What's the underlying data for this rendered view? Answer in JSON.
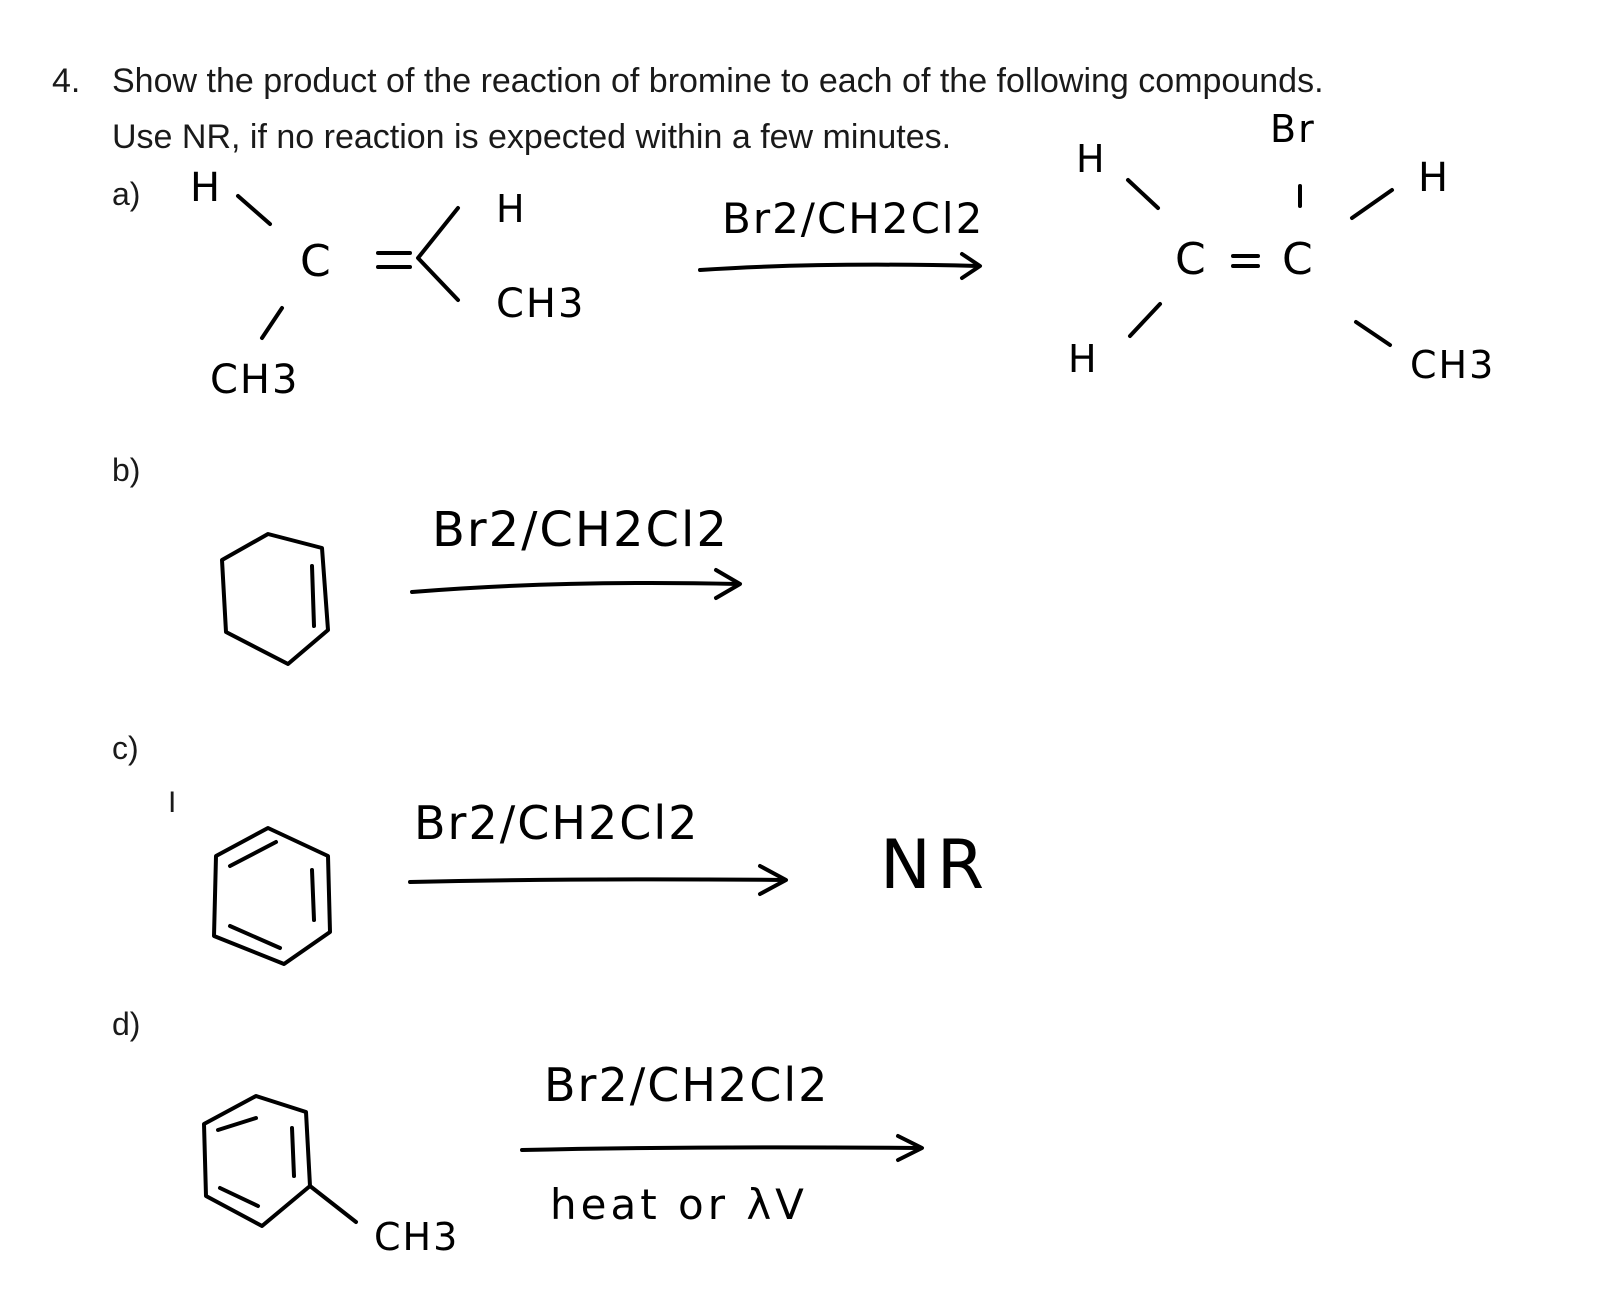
{
  "question": {
    "number": "4.",
    "line1": "Show the product of the reaction of bromine to each of the following compounds.",
    "line2": "Use NR, if no reaction is expected within a few minutes."
  },
  "parts": [
    {
      "label": "a)",
      "reactant": {
        "atoms": [
          "H",
          "C",
          "H",
          "CH3",
          "CH3"
        ]
      },
      "reagent": "Br2/CH2Cl2",
      "product": {
        "atoms": [
          "Br",
          "H",
          "H",
          "H",
          "C",
          "C",
          "CH3"
        ]
      }
    },
    {
      "label": "b)",
      "reactant_icon": "cyclohexene-structure",
      "reagent": "Br2/CH2Cl2"
    },
    {
      "label": "c)",
      "cursor_mark": "I",
      "reactant_icon": "benzene-structure",
      "reagent": "Br2/CH2Cl2",
      "result": "NR"
    },
    {
      "label": "d)",
      "reactant_icon": "toluene-structure",
      "reagent": "Br2/CH2Cl2",
      "condition": "heat or λV",
      "substituent": "CH3"
    }
  ]
}
